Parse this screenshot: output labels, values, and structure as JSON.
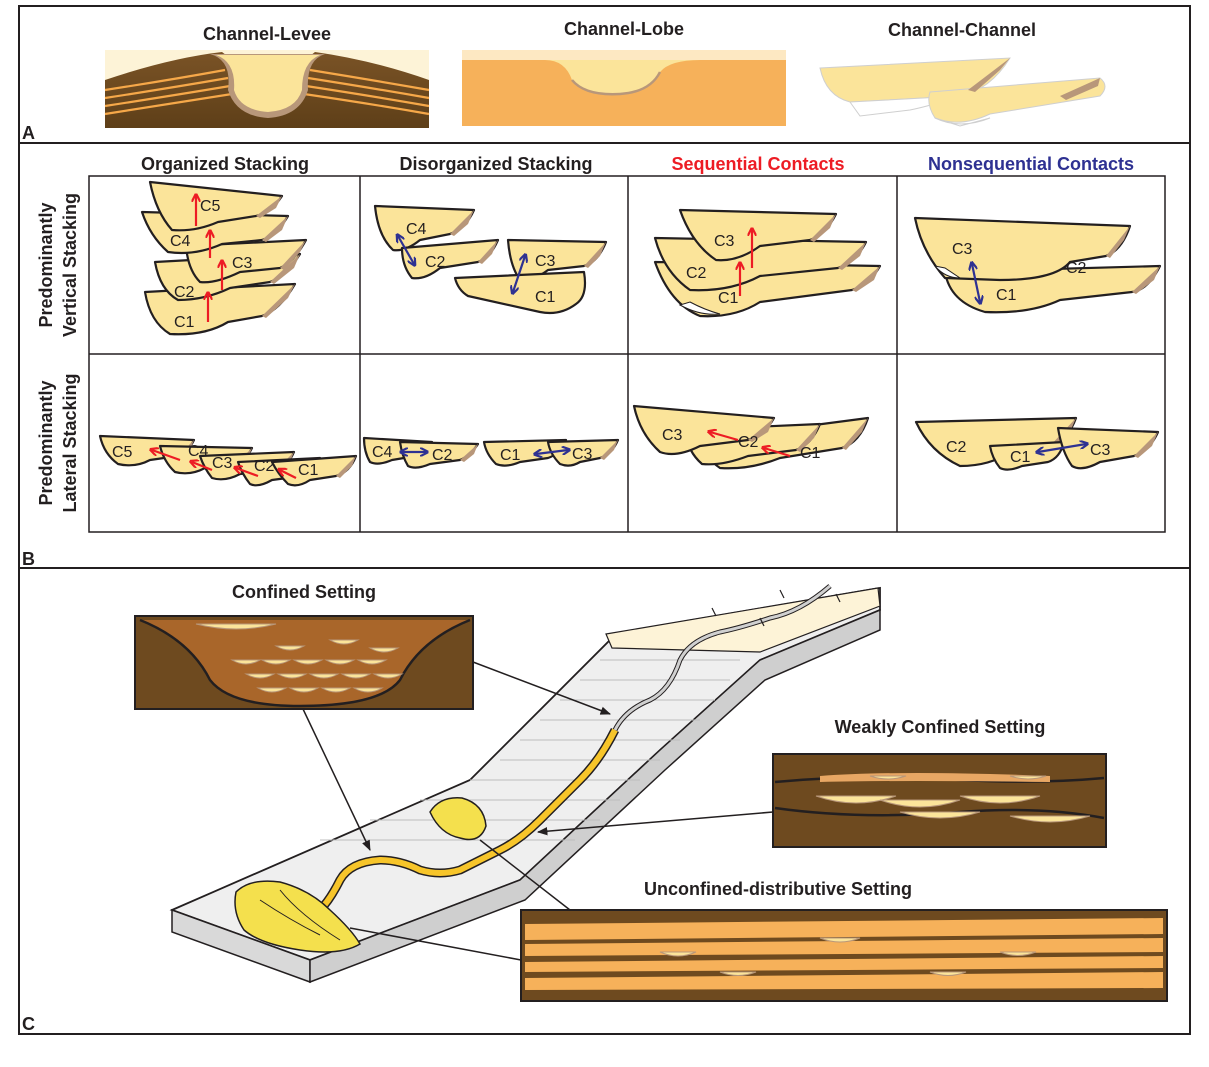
{
  "panel_a": {
    "letter": "A",
    "titles": {
      "channel_levee": "Channel-Levee",
      "channel_lobe": "Channel-Lobe",
      "channel_channel": "Channel-Channel"
    }
  },
  "panel_b": {
    "letter": "B",
    "columns": {
      "organized": "Organized Stacking",
      "disorganized": "Disorganized Stacking",
      "sequential": "Sequential Contacts",
      "nonsequential": "Nonsequential Contacts"
    },
    "rows": {
      "vertical_line1": "Predominantly",
      "vertical_line2": "Vertical Stacking",
      "lateral_line1": "Predominantly",
      "lateral_line2": "Lateral  Stacking"
    },
    "labels": {
      "c1": "C1",
      "c2": "C2",
      "c3": "C3",
      "c4": "C4",
      "c5": "C5"
    }
  },
  "panel_c": {
    "letter": "C",
    "confined": "Confined Setting",
    "weakly_confined": "Weakly Confined Setting",
    "unconfined": "Unconfined-distributive Setting"
  },
  "colors": {
    "channel_fill": "#fbe49a",
    "levee_brown": "#6e4a1f",
    "lobe_orange": "#f6b15a",
    "red_arrow": "#ed1c24",
    "blue_arrow": "#2e3192",
    "slope_gray": "#ebebeb"
  }
}
